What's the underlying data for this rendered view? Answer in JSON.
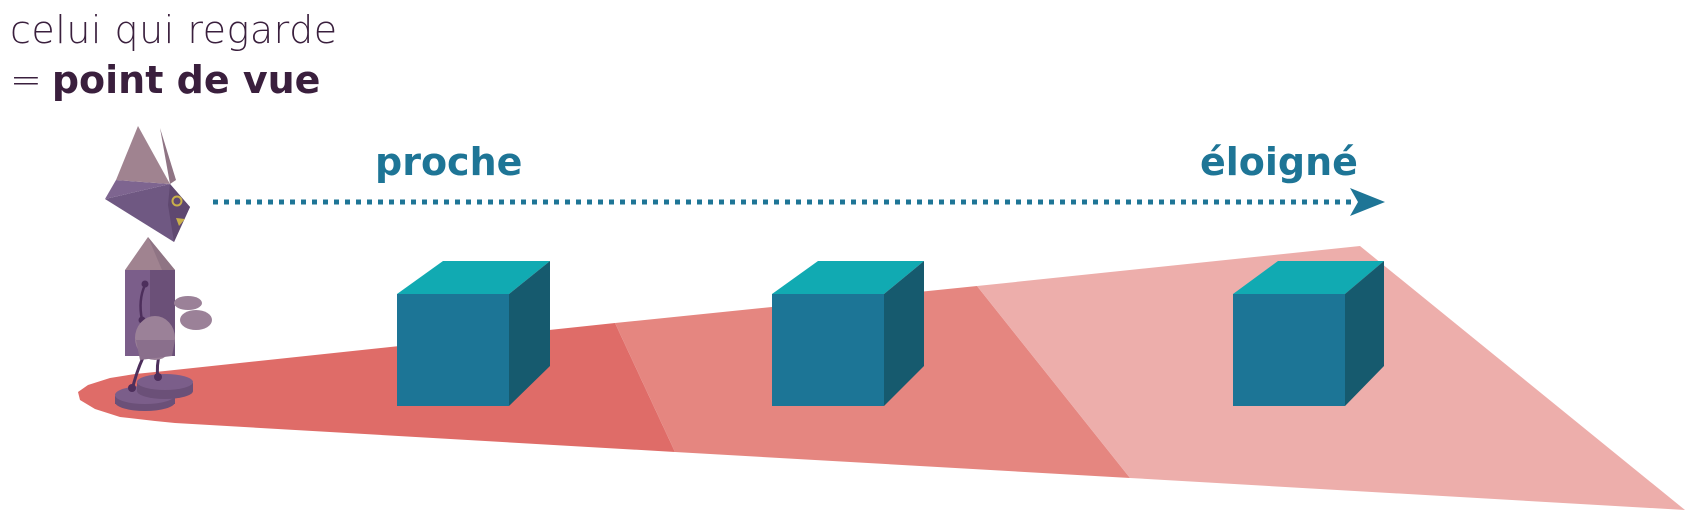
{
  "caption": {
    "line1": "celui qui regarde",
    "line2_prefix": "=",
    "line2_strong": "point de vue"
  },
  "labels": {
    "near": "proche",
    "far": "éloigné"
  },
  "colors": {
    "text_dark": "#3a1f3d",
    "accent_blue": "#1e7596",
    "cube_top": "#11aab2",
    "cube_front": "#1c7596",
    "cube_side": "#165a6e",
    "field_near": "#df6c68",
    "field_mid": "#e58680",
    "field_far": "#edaeab",
    "character": "#7b5e8a"
  }
}
